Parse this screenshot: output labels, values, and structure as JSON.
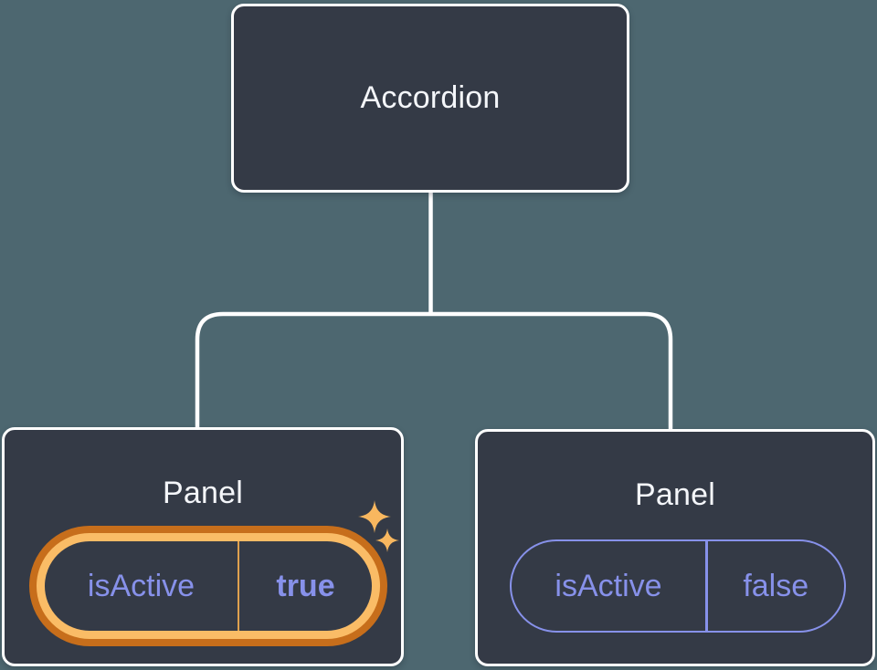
{
  "diagram": {
    "title": "component-state-tree",
    "tree": {
      "root": {
        "label": "Accordion"
      },
      "children": [
        {
          "label": "Panel",
          "state": {
            "key": "isActive",
            "value": "true"
          },
          "highlighted": true,
          "sparkle": true
        },
        {
          "label": "Panel",
          "state": {
            "key": "isActive",
            "value": "false"
          },
          "highlighted": false,
          "sparkle": false
        }
      ]
    },
    "colors": {
      "background": "#4D6770",
      "node_fill": "#343A46",
      "node_border": "#FFFFFF",
      "connector": "#FFFFFF",
      "state_purple": "#8791EA",
      "highlight_ring_outer": "#C76E1B",
      "highlight_ring_inner": "#FABC66",
      "highlight_divider": "#DFA14E",
      "sparkle": "#F8B75F",
      "label_text": "#F4F6FA"
    }
  }
}
